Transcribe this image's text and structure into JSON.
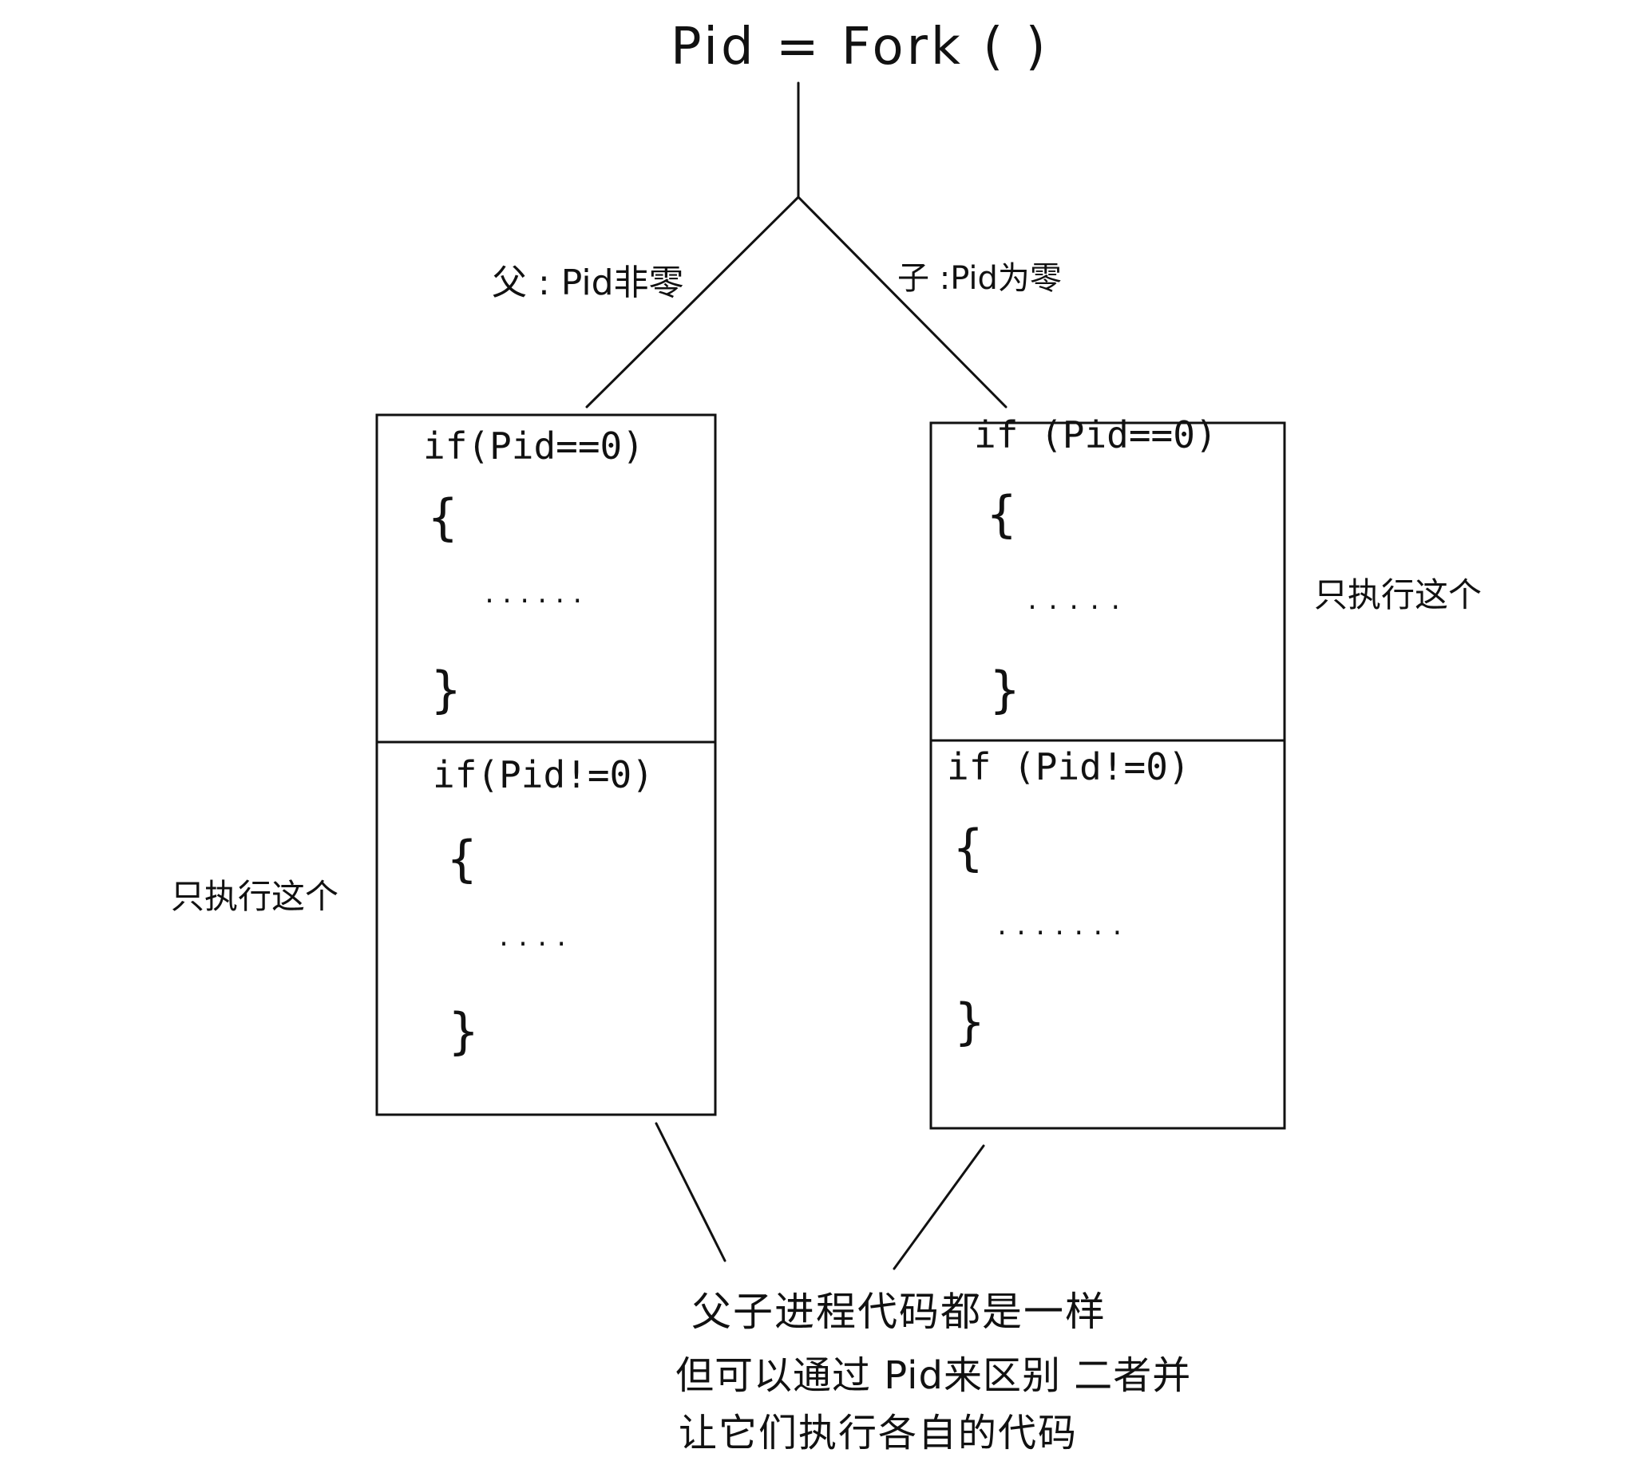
{
  "title": "Pid = Fork ( )",
  "branches": {
    "parent": "父 : Pid非零",
    "child": "子 :Pid为零"
  },
  "left_box": {
    "top_block": {
      "condition": "if(Pid==0)",
      "open_brace": "{",
      "body": "......",
      "close_brace": "}"
    },
    "bottom_block": {
      "condition": "if(Pid!=0)",
      "open_brace": "{",
      "body": "....",
      "close_brace": "}"
    }
  },
  "right_box": {
    "top_block": {
      "condition": "if (Pid==0)",
      "open_brace": "{",
      "body": ".....",
      "close_brace": "}"
    },
    "bottom_block": {
      "condition": "if (Pid!=0)",
      "open_brace": "{",
      "body": ".......",
      "close_brace": "}"
    }
  },
  "side_notes": {
    "left": "只执行这个",
    "right": "只执行这个"
  },
  "conclusion": {
    "line1": "父子进程代码都是一样",
    "line2": "但可以通过 Pid来区别 二者并",
    "line3": "让它们执行各自的代码"
  },
  "colors": {
    "ink": "#111111",
    "background": "#ffffff"
  }
}
